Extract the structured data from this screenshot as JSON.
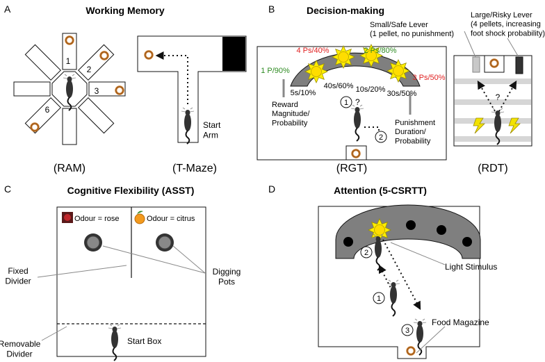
{
  "panels": {
    "a": {
      "letter": "A",
      "title": "Working Memory",
      "ram_caption": "(RAM)",
      "tmaze_caption": "(T-Maze)",
      "arm_labels": [
        "1",
        "2",
        "3",
        "6"
      ],
      "start_arm": "Start\nArm"
    },
    "b": {
      "letter": "B",
      "title": "Decision-making",
      "options_top": [
        "4 Ps/40%",
        "2 Ps/80%"
      ],
      "option_left": "1 P/90%",
      "option_right": "3 Ps/50%",
      "punish": [
        "5s/10%",
        "40s/60%",
        "10s/20%",
        "30s/50%"
      ],
      "reward_label": "Reward\nMagnitude/\nProbability",
      "punish_label": "Punishment\nDuration/\nProbability",
      "step1": "1",
      "step2": "2",
      "question": "?",
      "small_lever": "Small/Safe Lever\n(1 pellet, no punishment)",
      "large_lever": "Large/Risky Lever\n(4 pellets, increasing\nfoot shock probability)",
      "rgt_caption": "(RGT)",
      "rdt_caption": "(RDT)",
      "rdt_question": "?"
    },
    "c": {
      "letter": "C",
      "title": "Cognitive Flexibility (ASST)",
      "odour_rose": "Odour = rose",
      "odour_citrus": "Odour = citrus",
      "fixed_divider": "Fixed\nDivider",
      "digging_pots": "Digging\nPots",
      "removable_divider": "Removable\nDivider",
      "start_box": "Start Box"
    },
    "d": {
      "letter": "D",
      "title": "Attention (5-CSRTT)",
      "light_stimulus": "Light Stimulus",
      "food_magazine": "Food Magazine",
      "steps": [
        "1",
        "2",
        "3"
      ]
    }
  },
  "colors": {
    "green": "#2e8b22",
    "red": "#e02020",
    "arc_gray": "#7f7f7f",
    "sun": "#ffee00",
    "pellet": "#c8792a"
  }
}
